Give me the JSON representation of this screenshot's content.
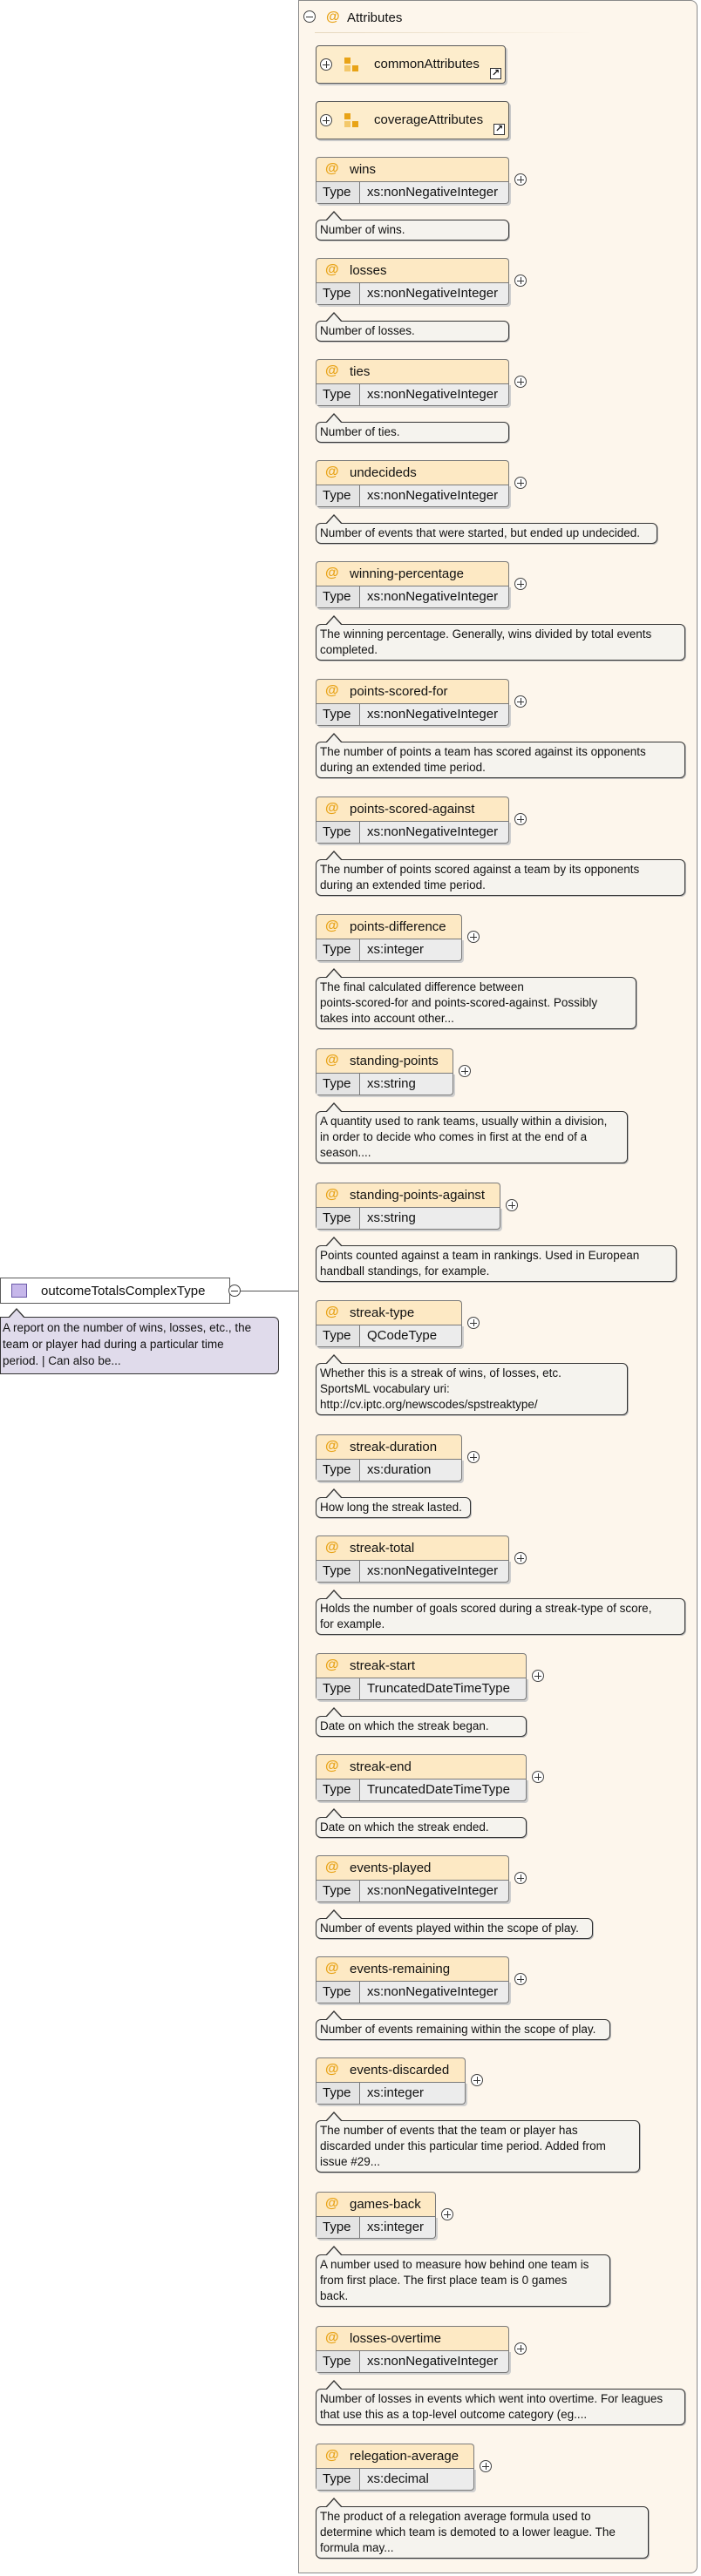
{
  "attributes_panel": {
    "title": "Attributes"
  },
  "groups": [
    {
      "label": "commonAttributes"
    },
    {
      "label": "coverageAttributes"
    }
  ],
  "complex_type": {
    "name": "outcomeTotalsComplexType",
    "doc": [
      "A report on the number of wins, losses, etc., the",
      "team or player had during a particular time",
      "period. | Can also be..."
    ]
  },
  "labels": {
    "type": "Type",
    "attr_symbol": "@"
  },
  "attributes": [
    {
      "name": "wins",
      "type": "xs:nonNegativeInteger",
      "doc": [
        "Number of wins."
      ]
    },
    {
      "name": "losses",
      "type": "xs:nonNegativeInteger",
      "doc": [
        "Number of losses."
      ]
    },
    {
      "name": "ties",
      "type": "xs:nonNegativeInteger",
      "doc": [
        "Number of ties."
      ]
    },
    {
      "name": "undecideds",
      "type": "xs:nonNegativeInteger",
      "doc": [
        "Number of events that were started, but ended up undecided."
      ]
    },
    {
      "name": "winning-percentage",
      "type": "xs:nonNegativeInteger",
      "doc": [
        "The winning percentage. Generally, wins divided by total events",
        "completed."
      ]
    },
    {
      "name": "points-scored-for",
      "type": "xs:nonNegativeInteger",
      "doc": [
        "The number of points a team has scored against its opponents",
        "during an extended time period."
      ]
    },
    {
      "name": "points-scored-against",
      "type": "xs:nonNegativeInteger",
      "doc": [
        "The number of points scored against a team by its opponents",
        "during an extended time period."
      ]
    },
    {
      "name": "points-difference",
      "type": "xs:integer",
      "doc": [
        "The final calculated difference between",
        "points-scored-for and points-scored-against. Possibly",
        "takes into account other..."
      ]
    },
    {
      "name": "standing-points",
      "type": "xs:string",
      "doc": [
        "A quantity used to rank teams, usually within a division,",
        "in order to decide who comes in first at the end of a",
        "season...."
      ]
    },
    {
      "name": "standing-points-against",
      "type": "xs:string",
      "doc": [
        "Points counted against a team in rankings. Used in European",
        "handball standings, for example."
      ]
    },
    {
      "name": "streak-type",
      "type": "QCodeType",
      "doc": [
        "Whether this is a streak of wins, of losses, etc.",
        "SportsML vocabulary uri:",
        "http://cv.iptc.org/newscodes/spstreaktype/"
      ]
    },
    {
      "name": "streak-duration",
      "type": "xs:duration",
      "doc": [
        "How long the streak lasted."
      ]
    },
    {
      "name": "streak-total",
      "type": "xs:nonNegativeInteger",
      "doc": [
        "Holds the number of goals scored during a streak-type of score,",
        "for example."
      ]
    },
    {
      "name": "streak-start",
      "type": "TruncatedDateTimeType",
      "doc": [
        "Date on which the streak began."
      ]
    },
    {
      "name": "streak-end",
      "type": "TruncatedDateTimeType",
      "doc": [
        "Date on which the streak ended."
      ]
    },
    {
      "name": "events-played",
      "type": "xs:nonNegativeInteger",
      "doc": [
        "Number of events played within the scope of play."
      ]
    },
    {
      "name": "events-remaining",
      "type": "xs:nonNegativeInteger",
      "doc": [
        "Number of events remaining within the scope of play."
      ]
    },
    {
      "name": "events-discarded",
      "type": "xs:integer",
      "doc": [
        "The number of events that the team or player has",
        "discarded under this particular time period. Added from",
        "issue #29..."
      ]
    },
    {
      "name": "games-back",
      "type": "xs:integer",
      "doc": [
        "A number used to measure how behind one team is",
        "from first place. The first place team is 0 games",
        "back."
      ]
    },
    {
      "name": "losses-overtime",
      "type": "xs:nonNegativeInteger",
      "doc": [
        "Number of losses in events which went into overtime. For leagues",
        "that use this as a top-level outcome category (eg...."
      ]
    },
    {
      "name": "relegation-average",
      "type": "xs:decimal",
      "doc": [
        "The product of a relegation average formula used to",
        "determine which team is demoted to a lower league. The",
        "formula may..."
      ]
    }
  ]
}
